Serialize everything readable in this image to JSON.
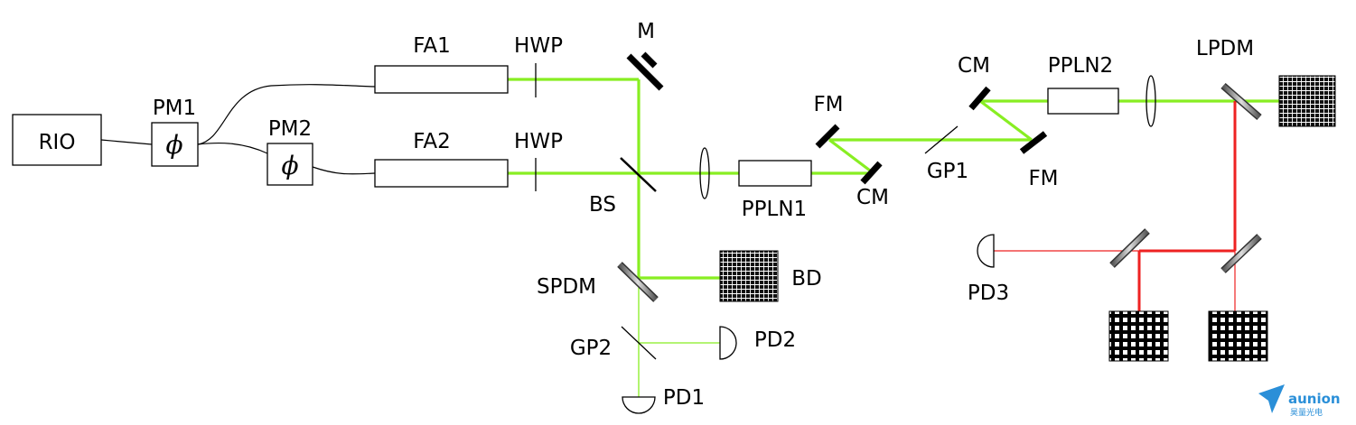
{
  "labels": {
    "rio": "RIO",
    "pm1": "PM1",
    "pm2": "PM2",
    "phi": "ϕ",
    "fa1": "FA1",
    "fa2": "FA2",
    "hwp": "HWP",
    "m": "M",
    "bs": "BS",
    "ppln1": "PPLN1",
    "ppln2": "PPLN2",
    "fm": "FM",
    "cm": "CM",
    "gp1": "GP1",
    "gp2": "GP2",
    "lpdm": "LPDM",
    "spdm": "SPDM",
    "bd": "BD",
    "pd1": "PD1",
    "pd2": "PD2",
    "pd3": "PD3"
  },
  "watermark": {
    "name": "aunion",
    "subtitle": "昊量光电"
  },
  "colors": {
    "green_beam": "#88ee22",
    "red_beam": "#ee2222",
    "logo": "#2a8fd8"
  },
  "icons": {
    "beam_dump": "grid-block-icon",
    "photodiode": "half-circle-detector-icon",
    "phase_modulator": "phi-box-icon"
  }
}
